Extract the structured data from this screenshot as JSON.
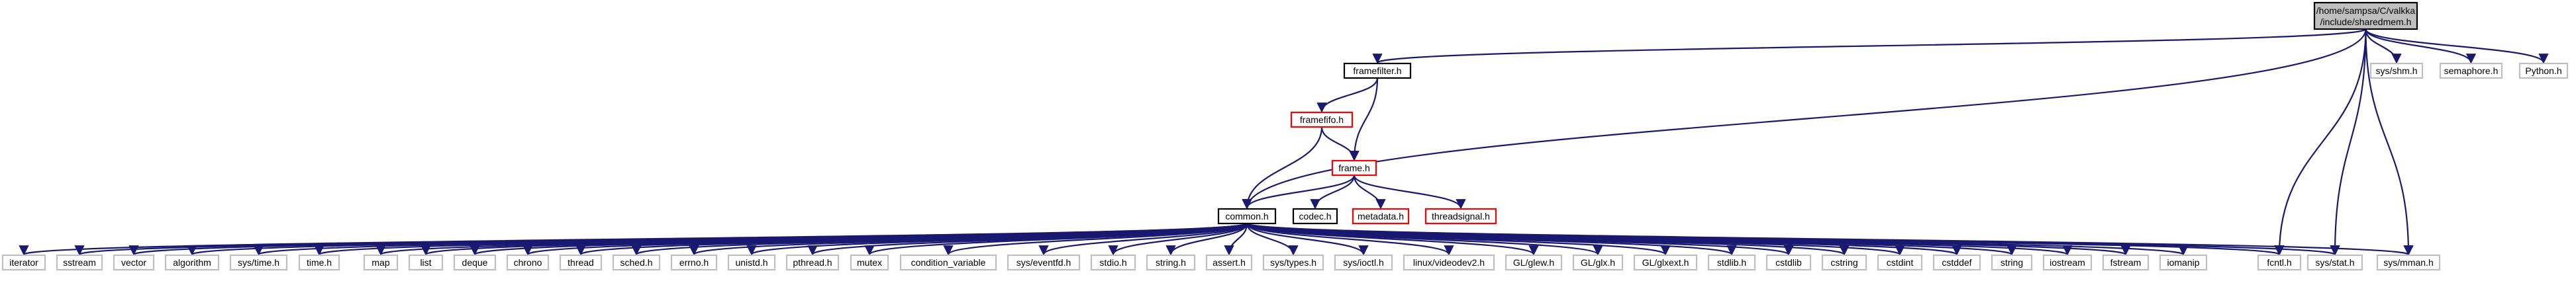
{
  "colors": {
    "edge": "#191970",
    "border_default": "#bfbfbf",
    "border_documented": "#ff0000",
    "border_plain": "#000000",
    "root_fill": "#bfbfbf",
    "fill": "#ffffff"
  },
  "root": {
    "id": "root",
    "lines": [
      "/home/sampsa/C/valkka",
      "/include/sharedmem.h"
    ]
  },
  "nodes": [
    {
      "id": "framefilter",
      "label": "framefilter.h",
      "style": "plain"
    },
    {
      "id": "sysshm",
      "label": "sys/shm.h",
      "style": "default"
    },
    {
      "id": "semaphore",
      "label": "semaphore.h",
      "style": "default"
    },
    {
      "id": "python",
      "label": "Python.h",
      "style": "default"
    },
    {
      "id": "framefifo",
      "label": "framefifo.h",
      "style": "documented"
    },
    {
      "id": "frame",
      "label": "frame.h",
      "style": "documented"
    },
    {
      "id": "common",
      "label": "common.h",
      "style": "plain"
    },
    {
      "id": "codec",
      "label": "codec.h",
      "style": "plain"
    },
    {
      "id": "metadata",
      "label": "metadata.h",
      "style": "documented"
    },
    {
      "id": "threadsignal",
      "label": "threadsignal.h",
      "style": "documented"
    },
    {
      "id": "iterator",
      "label": "iterator",
      "style": "default"
    },
    {
      "id": "sstream",
      "label": "sstream",
      "style": "default"
    },
    {
      "id": "vector",
      "label": "vector",
      "style": "default"
    },
    {
      "id": "algorithm",
      "label": "algorithm",
      "style": "default"
    },
    {
      "id": "systime",
      "label": "sys/time.h",
      "style": "default"
    },
    {
      "id": "time",
      "label": "time.h",
      "style": "default"
    },
    {
      "id": "map",
      "label": "map",
      "style": "default"
    },
    {
      "id": "list",
      "label": "list",
      "style": "default"
    },
    {
      "id": "deque",
      "label": "deque",
      "style": "default"
    },
    {
      "id": "chrono",
      "label": "chrono",
      "style": "default"
    },
    {
      "id": "thread",
      "label": "thread",
      "style": "default"
    },
    {
      "id": "sched",
      "label": "sched.h",
      "style": "default"
    },
    {
      "id": "errno",
      "label": "errno.h",
      "style": "default"
    },
    {
      "id": "unistd",
      "label": "unistd.h",
      "style": "default"
    },
    {
      "id": "pthread",
      "label": "pthread.h",
      "style": "default"
    },
    {
      "id": "mutex",
      "label": "mutex",
      "style": "default"
    },
    {
      "id": "condvar",
      "label": "condition_variable",
      "style": "default"
    },
    {
      "id": "syseventfd",
      "label": "sys/eventfd.h",
      "style": "default"
    },
    {
      "id": "stdio",
      "label": "stdio.h",
      "style": "default"
    },
    {
      "id": "string_h",
      "label": "string.h",
      "style": "default"
    },
    {
      "id": "assert",
      "label": "assert.h",
      "style": "default"
    },
    {
      "id": "systypes",
      "label": "sys/types.h",
      "style": "default"
    },
    {
      "id": "sysioctl",
      "label": "sys/ioctl.h",
      "style": "default"
    },
    {
      "id": "videodev2",
      "label": "linux/videodev2.h",
      "style": "default"
    },
    {
      "id": "glew",
      "label": "GL/glew.h",
      "style": "default"
    },
    {
      "id": "glx",
      "label": "GL/glx.h",
      "style": "default"
    },
    {
      "id": "glxext",
      "label": "GL/glxext.h",
      "style": "default"
    },
    {
      "id": "stdlib",
      "label": "stdlib.h",
      "style": "default"
    },
    {
      "id": "cstdlib",
      "label": "cstdlib",
      "style": "default"
    },
    {
      "id": "cstring",
      "label": "cstring",
      "style": "default"
    },
    {
      "id": "cstdint",
      "label": "cstdint",
      "style": "default"
    },
    {
      "id": "cstddef",
      "label": "cstddef",
      "style": "default"
    },
    {
      "id": "string",
      "label": "string",
      "style": "default"
    },
    {
      "id": "iostream",
      "label": "iostream",
      "style": "default"
    },
    {
      "id": "fstream",
      "label": "fstream",
      "style": "default"
    },
    {
      "id": "iomanip",
      "label": "iomanip",
      "style": "default"
    },
    {
      "id": "fcntl",
      "label": "fcntl.h",
      "style": "default"
    },
    {
      "id": "sysstat",
      "label": "sys/stat.h",
      "style": "default"
    },
    {
      "id": "sysmman",
      "label": "sys/mman.h",
      "style": "default"
    }
  ],
  "edges": [
    [
      "root",
      "framefilter"
    ],
    [
      "root",
      "common"
    ],
    [
      "root",
      "sysshm"
    ],
    [
      "root",
      "semaphore"
    ],
    [
      "root",
      "python"
    ],
    [
      "root",
      "fcntl"
    ],
    [
      "root",
      "sysstat"
    ],
    [
      "root",
      "sysmman"
    ],
    [
      "framefilter",
      "framefifo"
    ],
    [
      "framefilter",
      "frame"
    ],
    [
      "framefifo",
      "frame"
    ],
    [
      "framefifo",
      "common"
    ],
    [
      "frame",
      "common"
    ],
    [
      "frame",
      "codec"
    ],
    [
      "frame",
      "metadata"
    ],
    [
      "frame",
      "threadsignal"
    ],
    [
      "common",
      "iterator"
    ],
    [
      "common",
      "sstream"
    ],
    [
      "common",
      "vector"
    ],
    [
      "common",
      "algorithm"
    ],
    [
      "common",
      "systime"
    ],
    [
      "common",
      "time"
    ],
    [
      "common",
      "map"
    ],
    [
      "common",
      "list"
    ],
    [
      "common",
      "deque"
    ],
    [
      "common",
      "chrono"
    ],
    [
      "common",
      "thread"
    ],
    [
      "common",
      "sched"
    ],
    [
      "common",
      "errno"
    ],
    [
      "common",
      "unistd"
    ],
    [
      "common",
      "pthread"
    ],
    [
      "common",
      "mutex"
    ],
    [
      "common",
      "condvar"
    ],
    [
      "common",
      "syseventfd"
    ],
    [
      "common",
      "stdio"
    ],
    [
      "common",
      "string_h"
    ],
    [
      "common",
      "assert"
    ],
    [
      "common",
      "systypes"
    ],
    [
      "common",
      "sysioctl"
    ],
    [
      "common",
      "videodev2"
    ],
    [
      "common",
      "glew"
    ],
    [
      "common",
      "glx"
    ],
    [
      "common",
      "glxext"
    ],
    [
      "common",
      "stdlib"
    ],
    [
      "common",
      "cstdlib"
    ],
    [
      "common",
      "cstring"
    ],
    [
      "common",
      "cstdint"
    ],
    [
      "common",
      "cstddef"
    ],
    [
      "common",
      "string"
    ],
    [
      "common",
      "iostream"
    ],
    [
      "common",
      "fstream"
    ],
    [
      "common",
      "iomanip"
    ],
    [
      "common",
      "fcntl"
    ],
    [
      "common",
      "sysstat"
    ],
    [
      "common",
      "sysmman"
    ]
  ]
}
